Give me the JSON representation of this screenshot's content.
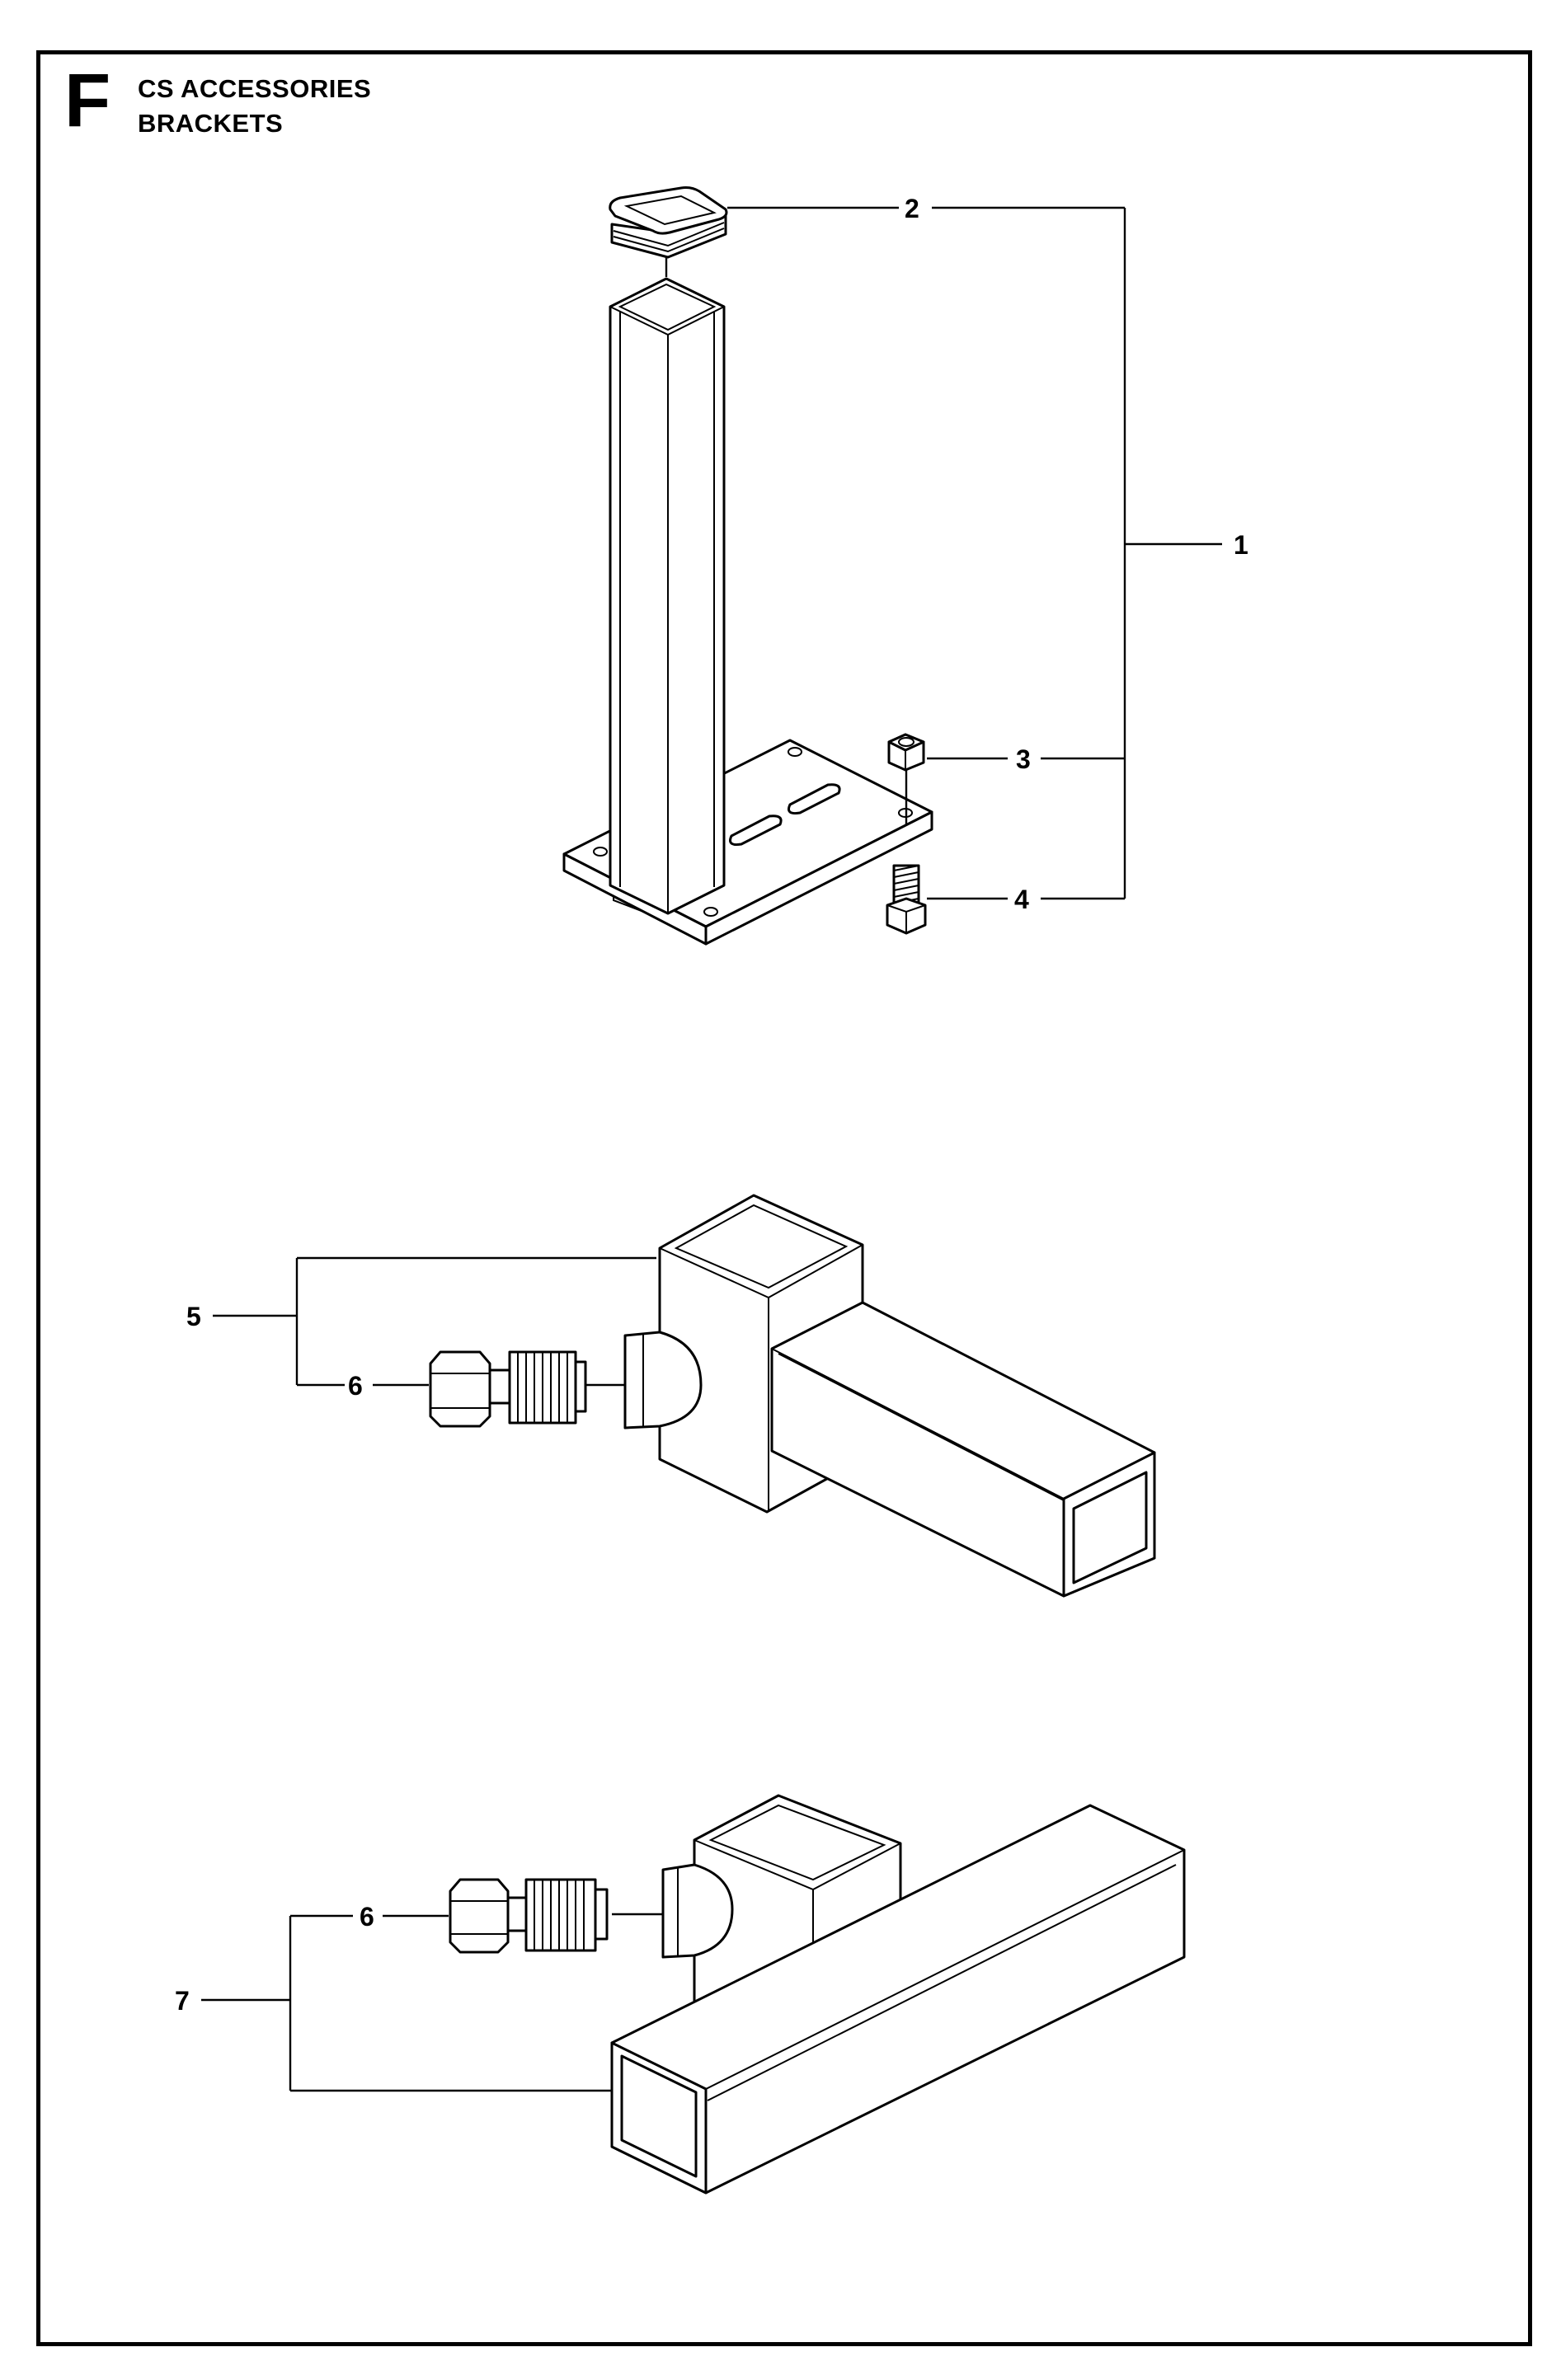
{
  "header": {
    "section_letter": "F",
    "title_line1": "CS ACCESSORIES",
    "title_line2": "BRACKETS"
  },
  "callouts": [
    "1",
    "2",
    "3",
    "4",
    "5",
    "6",
    "6",
    "7"
  ]
}
